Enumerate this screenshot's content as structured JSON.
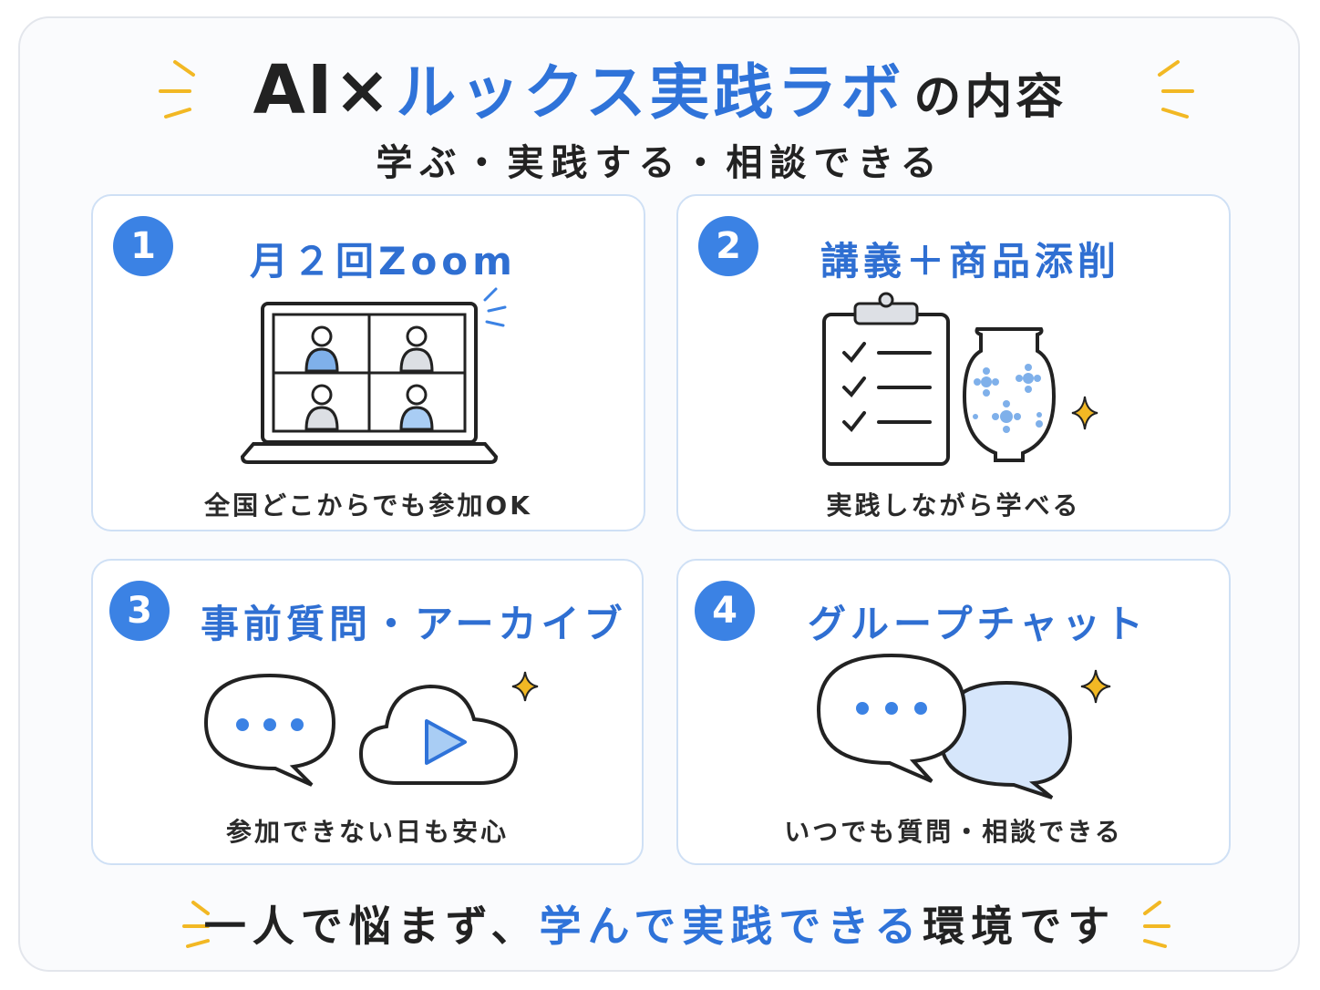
{
  "title": {
    "part1": "AI×",
    "part2": "ルックス実践ラボ",
    "part3": "の内容"
  },
  "subtitle": "学ぶ・実践する・相談できる",
  "cards": [
    {
      "number": "1",
      "title": "月２回Zoom",
      "caption": "全国どこからでも参加OK",
      "icon": "laptop-video-call-icon"
    },
    {
      "number": "2",
      "title": "講義＋商品添削",
      "caption": "実践しながら学べる",
      "icon": "clipboard-checklist-vase-icon"
    },
    {
      "number": "3",
      "title": "事前質問・アーカイブ",
      "caption": "参加できない日も安心",
      "icon": "chat-cloud-play-icon"
    },
    {
      "number": "4",
      "title": "グループチャット",
      "caption": "いつでも質問・相談できる",
      "icon": "chat-bubbles-icon"
    }
  ],
  "footer": {
    "part1": "一人で悩まず、",
    "part2": "学んで実践できる",
    "part3": "環境です"
  },
  "colors": {
    "accent": "#2f73d9",
    "badge": "#3b82e4",
    "card_border": "#cfe0f5",
    "sparkle": "#f2b824"
  }
}
